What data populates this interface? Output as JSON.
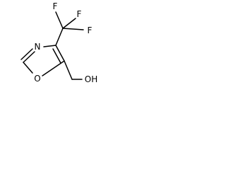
{
  "molecule": {
    "atoms": {
      "f1": "F",
      "f2": "F",
      "f3": "F",
      "n": "N",
      "o_ring": "O",
      "oh": "OH"
    }
  }
}
